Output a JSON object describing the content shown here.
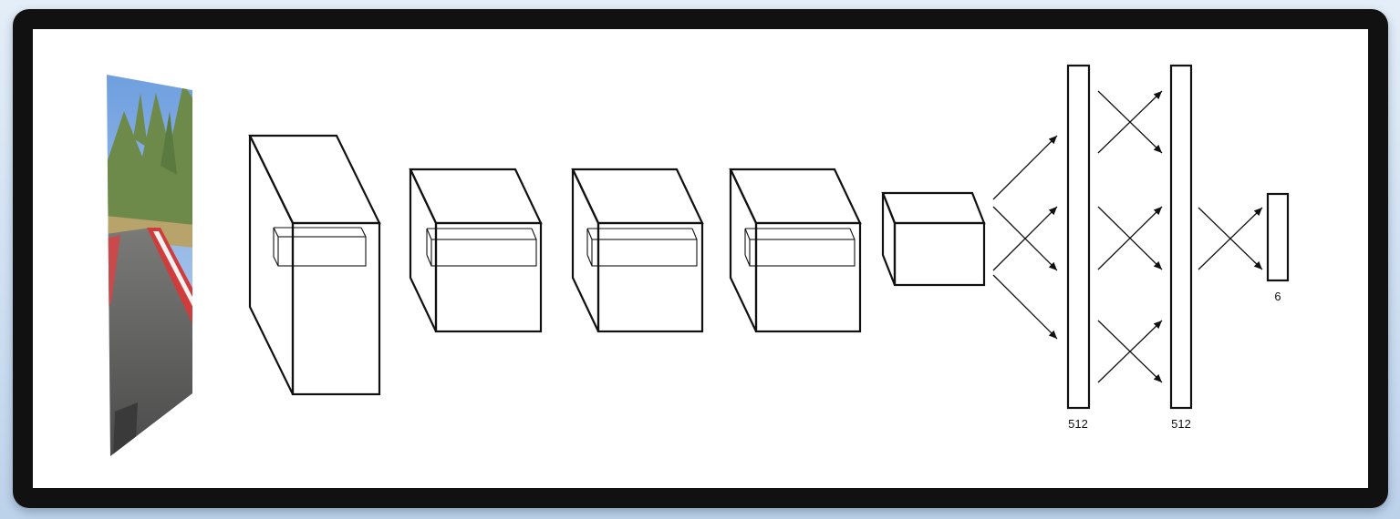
{
  "input_image": {
    "icon": "road-driving-scene-image",
    "colors": {
      "sky": "#8fb7e8",
      "trees": "#6e8a4a",
      "road": "#5a5a5a",
      "curb_red": "#d03c3c",
      "curb_white": "#f2f2f2"
    }
  },
  "layers": {
    "fc1_units": "512",
    "fc2_units": "512",
    "output_units": "6"
  }
}
